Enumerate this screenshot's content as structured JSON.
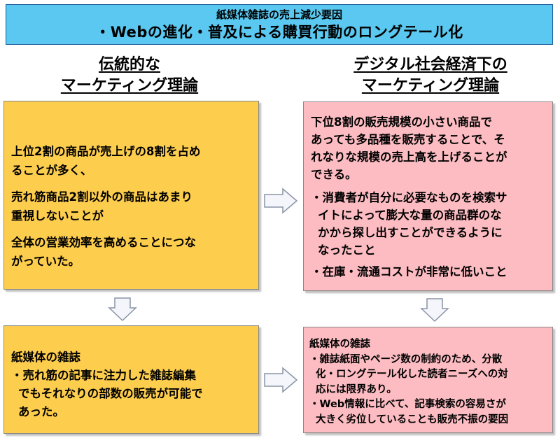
{
  "header": {
    "subtitle": "紙媒体雑誌の売上減少要因",
    "title": "・Webの進化・普及による購買行動のロングテール化"
  },
  "left_title": {
    "line1": "伝統的な",
    "line2": "マーケティング理論"
  },
  "right_title": {
    "line1": "デジタル社会経済下の",
    "line2": "マーケティング理論"
  },
  "left_top": {
    "p1_l1": "上位2割の商品が売上げの8割を占め",
    "p1_l2": "ることが多く、",
    "p2_l1": "売れ筋商品2割以外の商品はあまり",
    "p2_l2": "重視しないことが",
    "p3_l1": "全体の営業効率を高めることにつな",
    "p3_l2": "がっていた。"
  },
  "right_top": {
    "p1_l1": "下位8割の販売規模の小さい商品で",
    "p1_l2": "あっても多品種を販売することで、そ",
    "p1_l3": "れなりな規模の売上高を上げることが",
    "p1_l4": "できる。",
    "b1_l1": "・消費者が自分に必要なものを検索サ",
    "b1_l2": "イトによって膨大な量の商品群のな",
    "b1_l3": "かから探し出すことができるように",
    "b1_l4": "なったこと",
    "b2": "・在庫・流通コストが非常に低いこと"
  },
  "left_bottom": {
    "heading": "紙媒体の雑誌",
    "l1": "・売れ筋の記事に注力した雑誌編集",
    "l2": "でもそれなりの部数の販売が可能で",
    "l3": "あった。"
  },
  "right_bottom": {
    "heading": "紙媒体の雑誌",
    "l1": "・雑誌紙面やページ数の制約のため、分散",
    "l2": "化・ロングテール化した読者ニーズへの対",
    "l3": "応には限界あり。",
    "l4": "・Web情報に比べて、記事検索の容易さが",
    "l5": "大きく劣位していることも販売不振の要因"
  }
}
